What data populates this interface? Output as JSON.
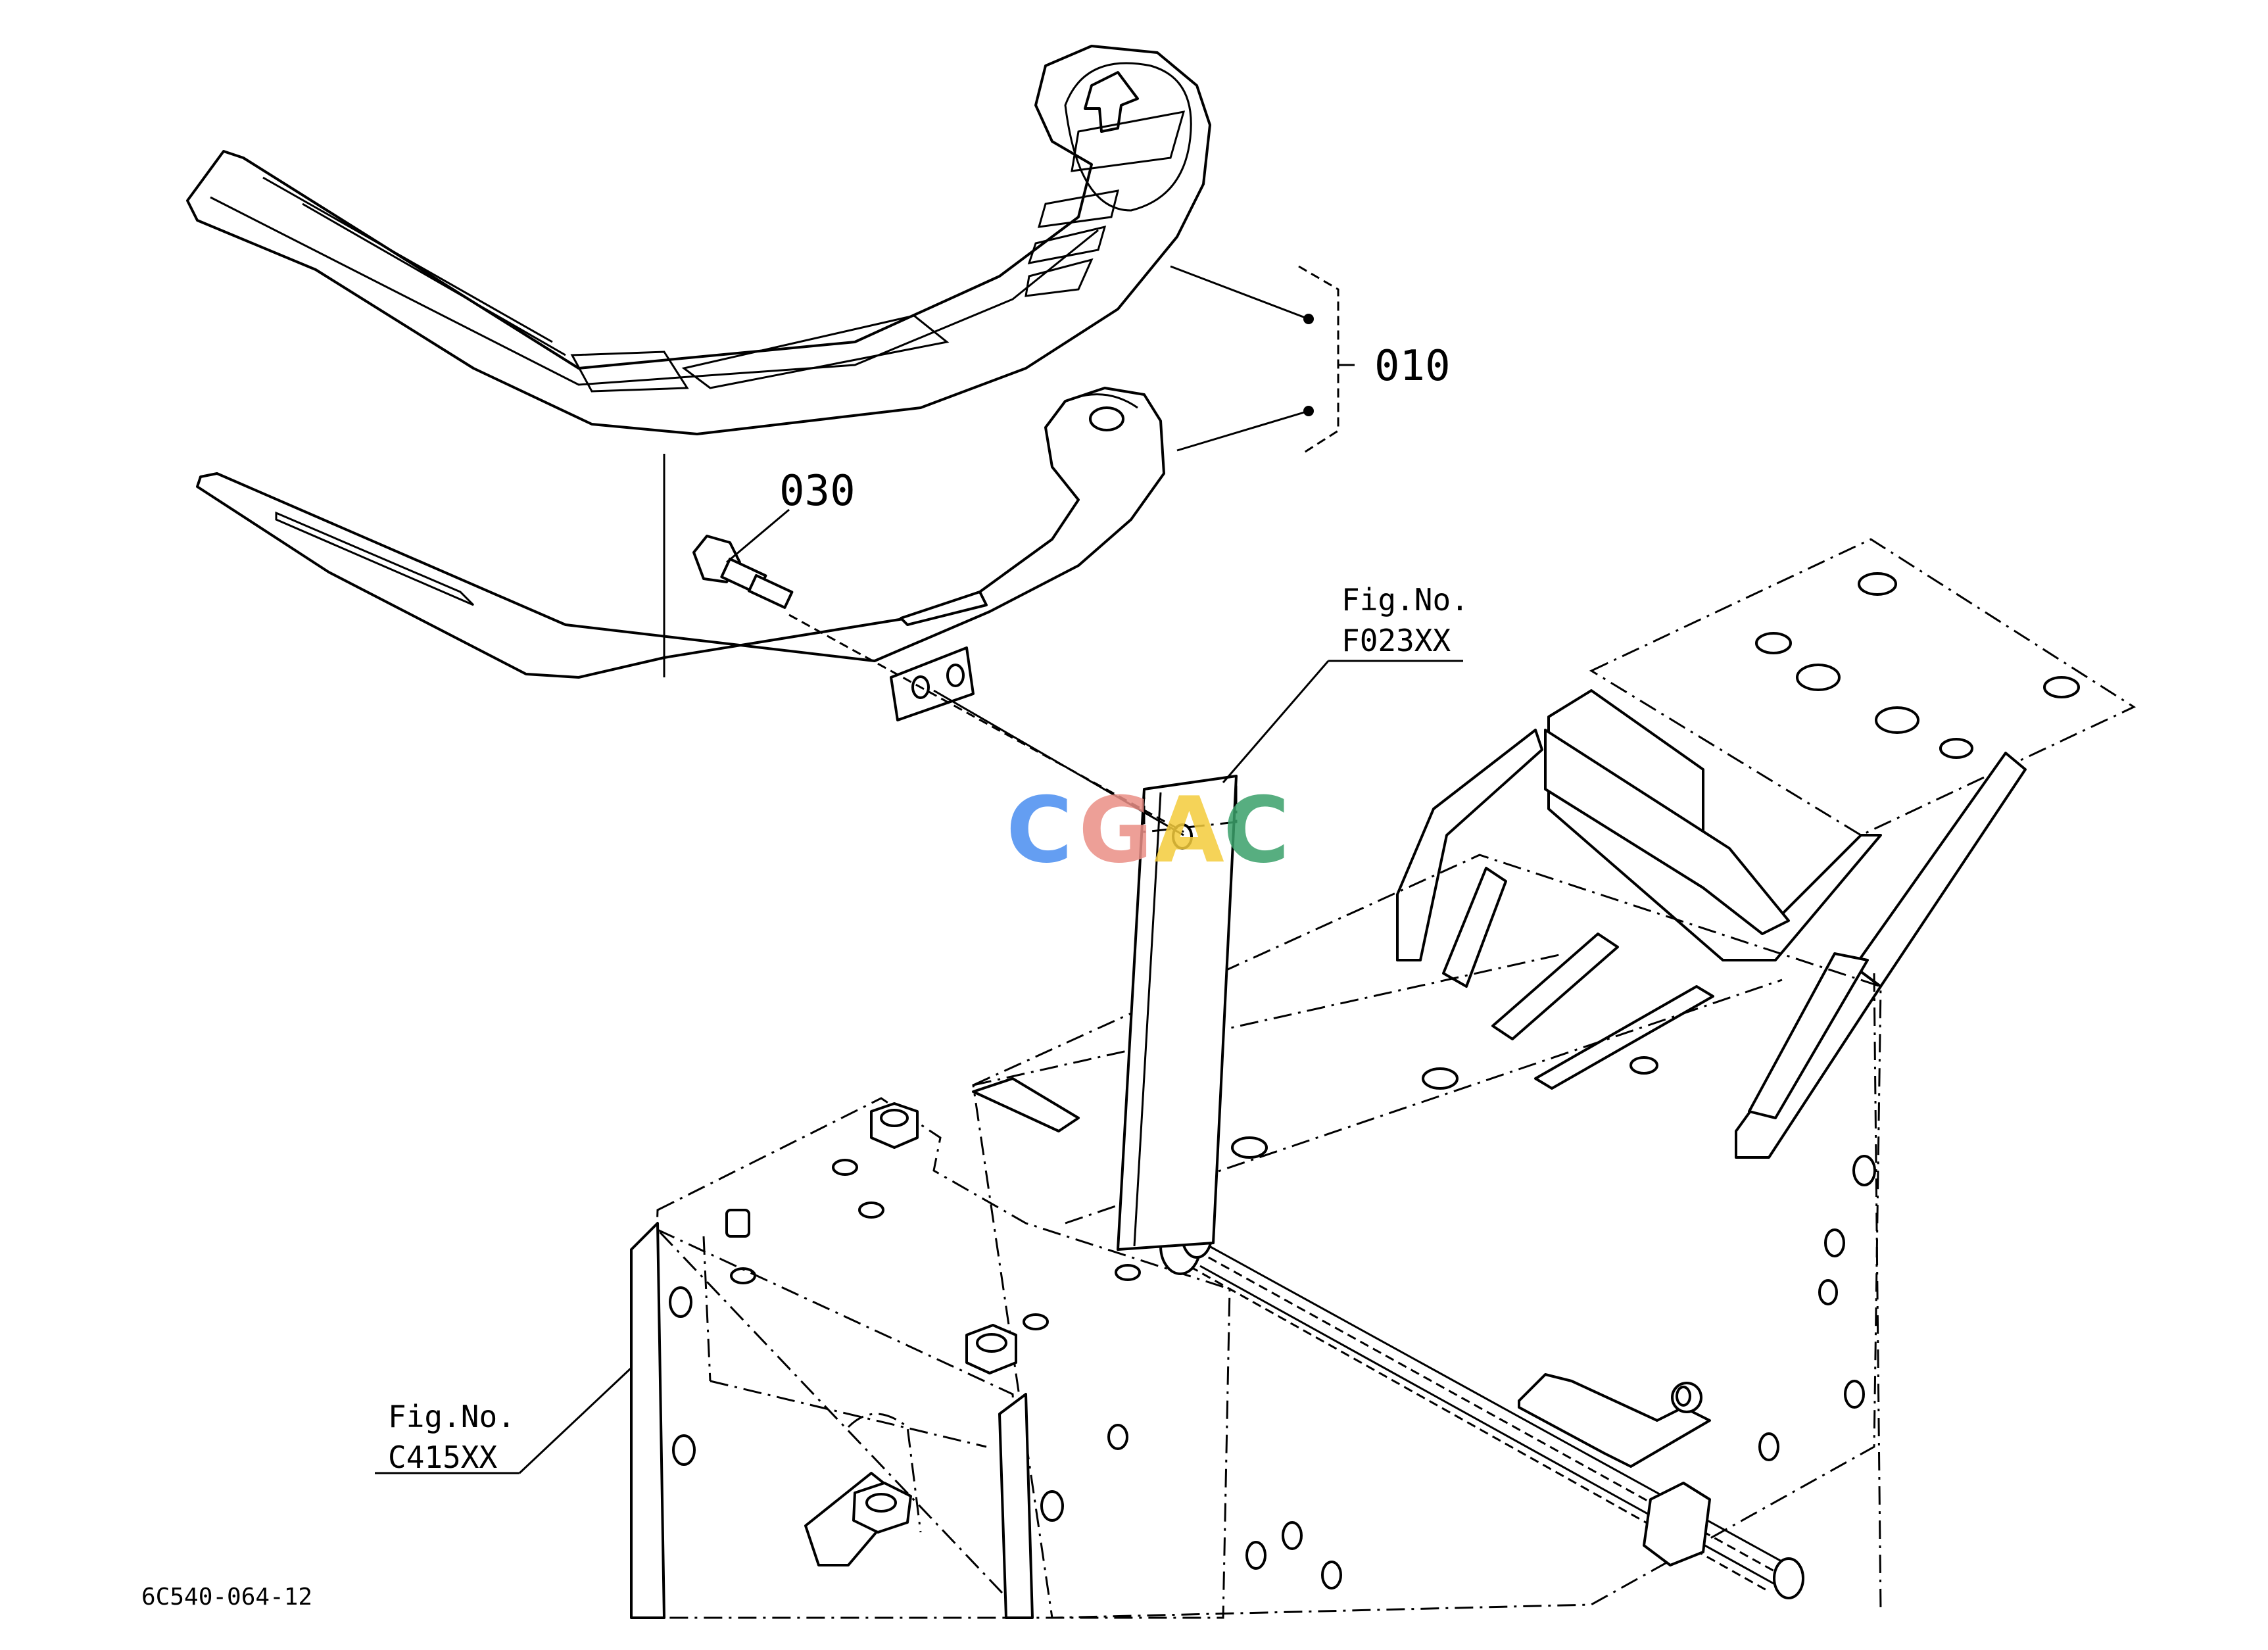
{
  "callouts": {
    "part_010": "010",
    "part_030": "030"
  },
  "figure_refs": {
    "upper": {
      "line1": "Fig.No.",
      "line2": "F023XX"
    },
    "lower": {
      "line1": "Fig.No.",
      "line2": "C415XX"
    }
  },
  "drawing_code": "6C540-064-12",
  "watermark": {
    "letters": [
      "C",
      "G",
      "A",
      "C"
    ],
    "colors": [
      "#4a8ef0",
      "#ea8f86",
      "#f4cc3c",
      "#3aa06a"
    ]
  }
}
